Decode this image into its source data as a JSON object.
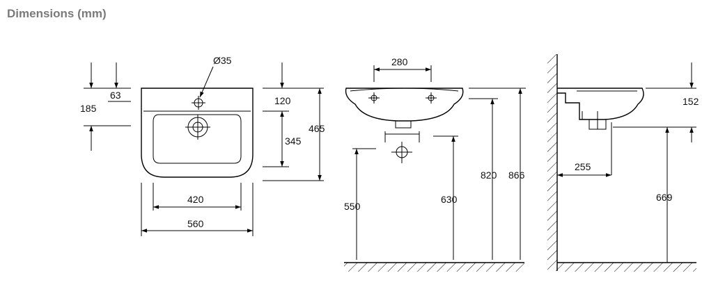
{
  "title": "Dimensions (mm)",
  "front_view": {
    "hole_diameter": "Ø35",
    "dim_185": "185",
    "dim_63": "63",
    "dim_120": "120",
    "dim_465": "465",
    "dim_345": "345",
    "dim_420": "420",
    "dim_560": "560"
  },
  "elevation_view": {
    "dim_280": "280",
    "dim_550": "550",
    "dim_630": "630",
    "dim_820": "820",
    "dim_866": "866"
  },
  "side_view": {
    "dim_152": "152",
    "dim_255": "255",
    "dim_669": "669"
  }
}
